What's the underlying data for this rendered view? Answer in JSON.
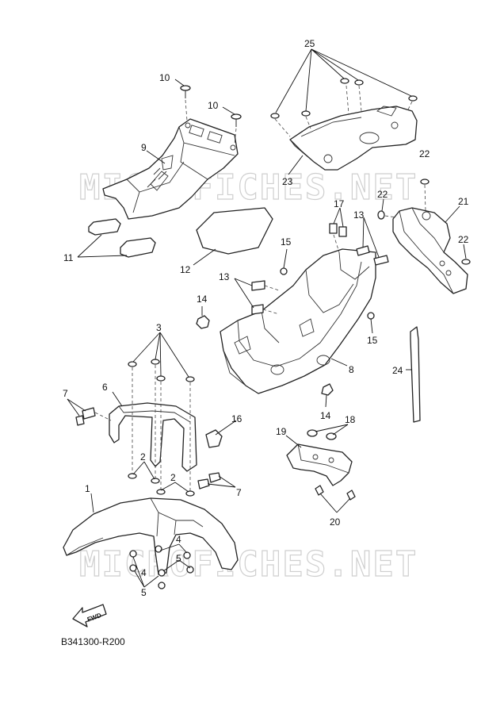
{
  "watermark": "MICROFICHES.NET",
  "diagram_code": "B341300-R200",
  "fwd_label": "FWD",
  "callouts": {
    "c1": "1",
    "c2a": "2",
    "c2b": "2",
    "c3": "3",
    "c4a": "4",
    "c4b": "4",
    "c5a": "5",
    "c5b": "5",
    "c6": "6",
    "c7a": "7",
    "c7b": "7",
    "c8": "8",
    "c9": "9",
    "c10a": "10",
    "c10b": "10",
    "c11": "11",
    "c12": "12",
    "c13a": "13",
    "c13b": "13",
    "c14a": "14",
    "c14b": "14",
    "c15a": "15",
    "c15b": "15",
    "c16": "16",
    "c17": "17",
    "c18": "18",
    "c19": "19",
    "c20": "20",
    "c21": "21",
    "c22a": "22",
    "c22b": "22",
    "c22c": "22",
    "c23": "23",
    "c24": "24",
    "c25": "25"
  }
}
